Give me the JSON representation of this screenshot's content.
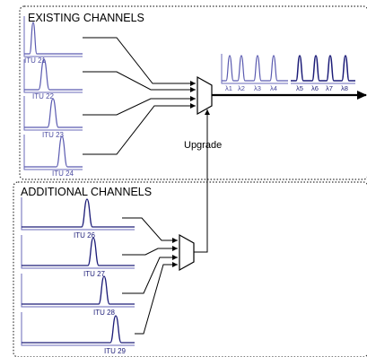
{
  "existing": {
    "title": "EXISTING CHANNELS",
    "channels": [
      "ITU 21",
      "ITU 22",
      "ITU 23",
      "ITU 24"
    ]
  },
  "additional": {
    "title": "ADDITIONAL CHANNELS",
    "channels": [
      "ITU 26",
      "ITU 27",
      "ITU 28",
      "ITU 29"
    ]
  },
  "upgrade_label": "Upgrade",
  "spectrum": {
    "existing": [
      "λ1",
      "λ2",
      "λ3",
      "λ4"
    ],
    "added": [
      "λ5",
      "λ6",
      "λ7",
      "λ8"
    ]
  },
  "colors": {
    "line": "#000000",
    "existing_trace": "#5a5ab0",
    "added_trace": "#1c1c78",
    "box_border": "#333333"
  }
}
